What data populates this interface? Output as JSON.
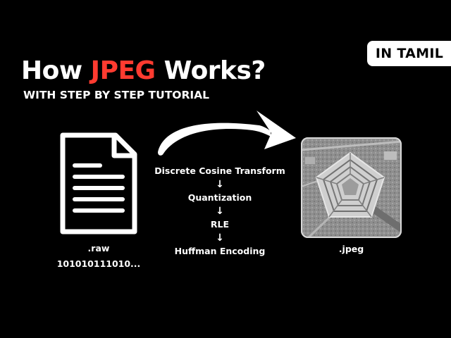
{
  "badge": {
    "label": "IN TAMIL"
  },
  "title": {
    "prefix": "How",
    "accent": "JPEG",
    "suffix": "Works?"
  },
  "subtitle": "WITH STEP BY STEP TUTORIAL",
  "steps": [
    "Discrete Cosine Transform",
    "Quantization",
    "RLE",
    "Huffman Encoding"
  ],
  "step_arrow": "↓",
  "input_file": {
    "extension": ".raw",
    "bits": "101010111010..."
  },
  "output_file": {
    "extension": ".jpeg"
  },
  "colors": {
    "accent": "#ff3b30",
    "background": "#000000",
    "foreground": "#ffffff"
  },
  "icons": {
    "document": "document-icon",
    "arrow": "curved-arrow-icon",
    "photo": "pentagon-aerial-photo"
  }
}
